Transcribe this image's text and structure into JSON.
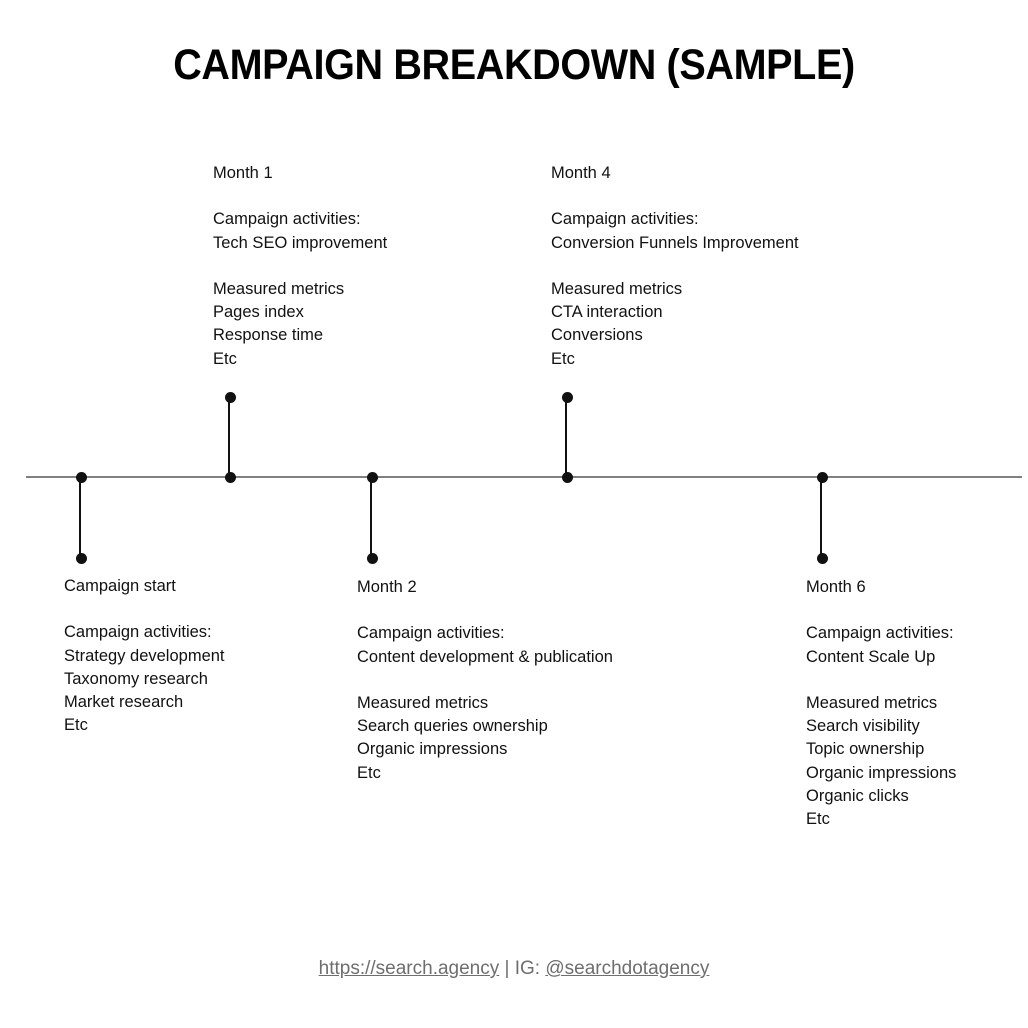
{
  "title": "CAMPAIGN BREAKDOWN (SAMPLE)",
  "timeline": {
    "axis_color": "#808080",
    "node_color": "#111111",
    "milestones": [
      {
        "id": "campaign-start",
        "label": "Campaign start",
        "position": "below",
        "activities_heading": "Campaign activities:",
        "activities": [
          "Strategy development",
          "Taxonomy research",
          "Market research",
          "Etc"
        ],
        "metrics_heading": "",
        "metrics": []
      },
      {
        "id": "month-1",
        "label": "Month 1",
        "position": "above",
        "activities_heading": "Campaign activities:",
        "activities": [
          "Tech SEO improvement"
        ],
        "metrics_heading": "Measured metrics",
        "metrics": [
          "Pages index",
          "Response time",
          "Etc"
        ]
      },
      {
        "id": "month-2",
        "label": "Month 2",
        "position": "below",
        "activities_heading": "Campaign activities:",
        "activities": [
          "Content development & publication"
        ],
        "metrics_heading": "Measured metrics",
        "metrics": [
          "Search queries ownership",
          "Organic impressions",
          "Etc"
        ]
      },
      {
        "id": "month-4",
        "label": "Month 4",
        "position": "above",
        "activities_heading": "Campaign activities:",
        "activities": [
          "Conversion Funnels Improvement"
        ],
        "metrics_heading": "Measured metrics",
        "metrics": [
          "CTA interaction",
          "Conversions",
          "Etc"
        ]
      },
      {
        "id": "month-6",
        "label": "Month 6",
        "position": "below",
        "activities_heading": "Campaign activities:",
        "activities": [
          "Content Scale Up"
        ],
        "metrics_heading": "Measured metrics",
        "metrics": [
          "Search visibility",
          "Topic ownership",
          "Organic impressions",
          "Organic clicks",
          "Etc"
        ]
      }
    ]
  },
  "footer": {
    "website": "https://search.agency",
    "separator": " | IG: ",
    "instagram": "@searchdotagency"
  }
}
